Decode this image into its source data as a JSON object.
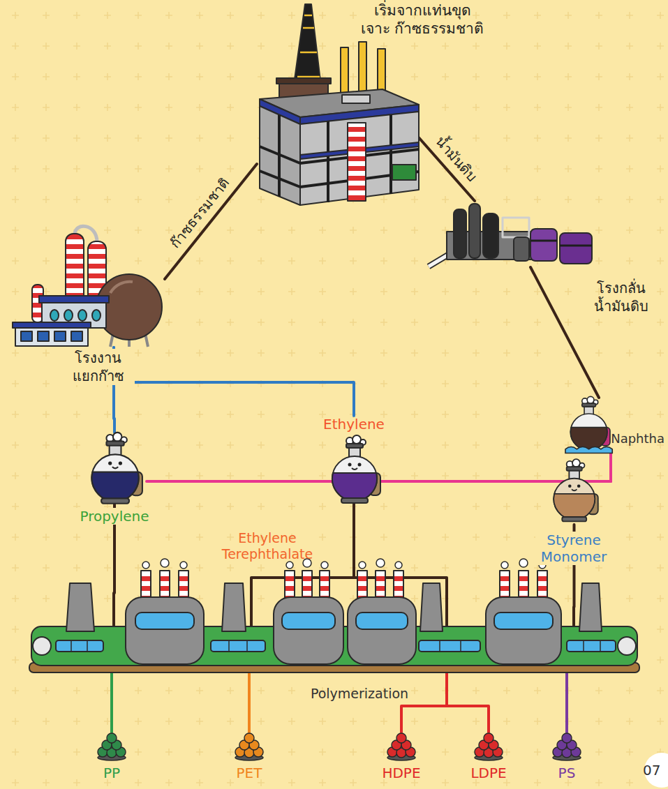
{
  "diagram": {
    "nodes": [
      {
        "text": [
          "เริ่มจากแท่นขุดเจาะ ก๊าซธรรมชาติ"
        ]
      },
      {
        "text": [
          "โรงงาน แยกก๊าซ"
        ]
      },
      {
        "text": [
          "โรงกลั่น น้ำมันดิบ"
        ]
      },
      {
        "text": [
          "Ethylene"
        ]
      },
      {
        "text": [
          "Naphtha"
        ]
      },
      {
        "text": [
          "Propylene"
        ]
      },
      {
        "text": [
          "Styrene Monomer"
        ]
      },
      {
        "text": [
          "Polymerization"
        ]
      },
      {
        "text": [
          "PP"
        ]
      },
      {
        "text": [
          "PET"
        ]
      },
      {
        "text": [
          "HDPE"
        ]
      },
      {
        "text": [
          "LDPE"
        ]
      },
      {
        "text": [
          "PS"
        ]
      }
    ],
    "edges": [
      {
        "from": 0,
        "to": 1,
        "label": "ก๊าซธรรมชาติ",
        "arrow": "none"
      },
      {
        "from": 0,
        "to": 2,
        "label": "น้ำมันดิบ",
        "arrow": "none"
      },
      {
        "from": 2,
        "to": 4,
        "arrow": "none"
      },
      {
        "from": 1,
        "to": 5,
        "arrow": "none"
      },
      {
        "from": 1,
        "to": 3,
        "arrow": "none"
      },
      {
        "from": 4,
        "to": 6,
        "arrow": "none"
      },
      {
        "from": 4,
        "to": 3,
        "arrow": "none"
      },
      {
        "from": 4,
        "to": 5,
        "arrow": "none"
      },
      {
        "from": 5,
        "to": 7,
        "arrow": "none"
      },
      {
        "from": 3,
        "to": 7,
        "arrow": "none"
      },
      {
        "from": 6,
        "to": 7,
        "arrow": "none"
      },
      {
        "from": 7,
        "to": 8,
        "arrow": "none"
      },
      {
        "from": 7,
        "to": 9,
        "arrow": "none"
      },
      {
        "from": 7,
        "to": 10,
        "arrow": "none"
      },
      {
        "from": 7,
        "to": 11,
        "arrow": "none"
      },
      {
        "from": 7,
        "to": 12,
        "arrow": "none"
      }
    ],
    "labels": [
      "Ethylene Terephthalate",
      "07"
    ]
  }
}
